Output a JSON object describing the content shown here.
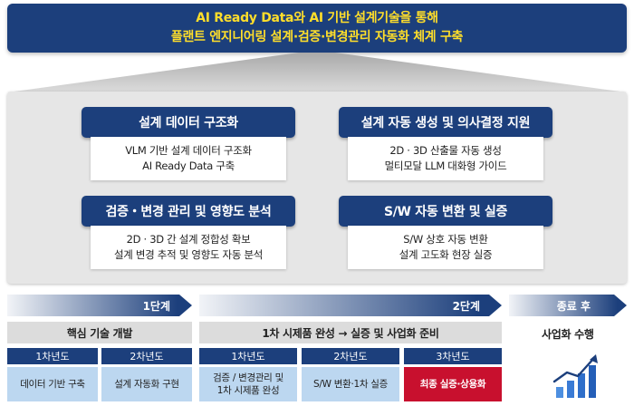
{
  "banner": {
    "line1": "AI Ready Data와 AI 기반 설계기술을 통해",
    "line2": "플랜트 엔지니어링 설계·검증·변경관리 자동화 체계 구축"
  },
  "cards": [
    {
      "title": "설계 데이터 구조화",
      "lines": [
        "VLM 기반 설계 데이터 구조화",
        "AI Ready Data 구축"
      ]
    },
    {
      "title": "설계 자동 생성 및 의사결정 지원",
      "lines": [
        "2D · 3D 산출물 자동 생성",
        "멀티모달 LLM 대화형 가이드"
      ]
    },
    {
      "title": "검증・변경 관리 및 영향도 분석",
      "lines": [
        "2D · 3D 간 설계 정합성 확보",
        "설계 변경 추적 및 영향도 자동 분석"
      ]
    },
    {
      "title": "S/W 자동 변환 및 실증",
      "lines": [
        "S/W 상호 자동 변환",
        "설계 고도화 현장 실증"
      ]
    }
  ],
  "timeline": {
    "phase1": {
      "label": "1단계",
      "title": "핵심 기술 개발",
      "years": [
        "1차년도",
        "2차년도"
      ],
      "tasks": [
        [
          "데이터 기반 구축"
        ],
        [
          "설계 자동화 구현"
        ]
      ]
    },
    "phase2": {
      "label": "2단계",
      "title": "1차 시제품 완성 → 실증 및 사업화 준비",
      "years": [
        "1차년도",
        "2차년도",
        "3차년도"
      ],
      "tasks": [
        [
          "검증 / 변경관리 및",
          "1차 시제품 완성"
        ],
        [
          "S/W 변환·1차 실증"
        ],
        [
          "최종 실증·상용화"
        ]
      ]
    },
    "after": {
      "label": "종료 후",
      "title": "사업화 수행",
      "icon": "growth-chart-icon"
    }
  },
  "colors": {
    "navy": "#1c3f7c",
    "banner_text": "#ffde2a",
    "task_bg": "#bcd7f0",
    "highlight": "#c8102e",
    "panel_bg": "#e6e6e6"
  }
}
